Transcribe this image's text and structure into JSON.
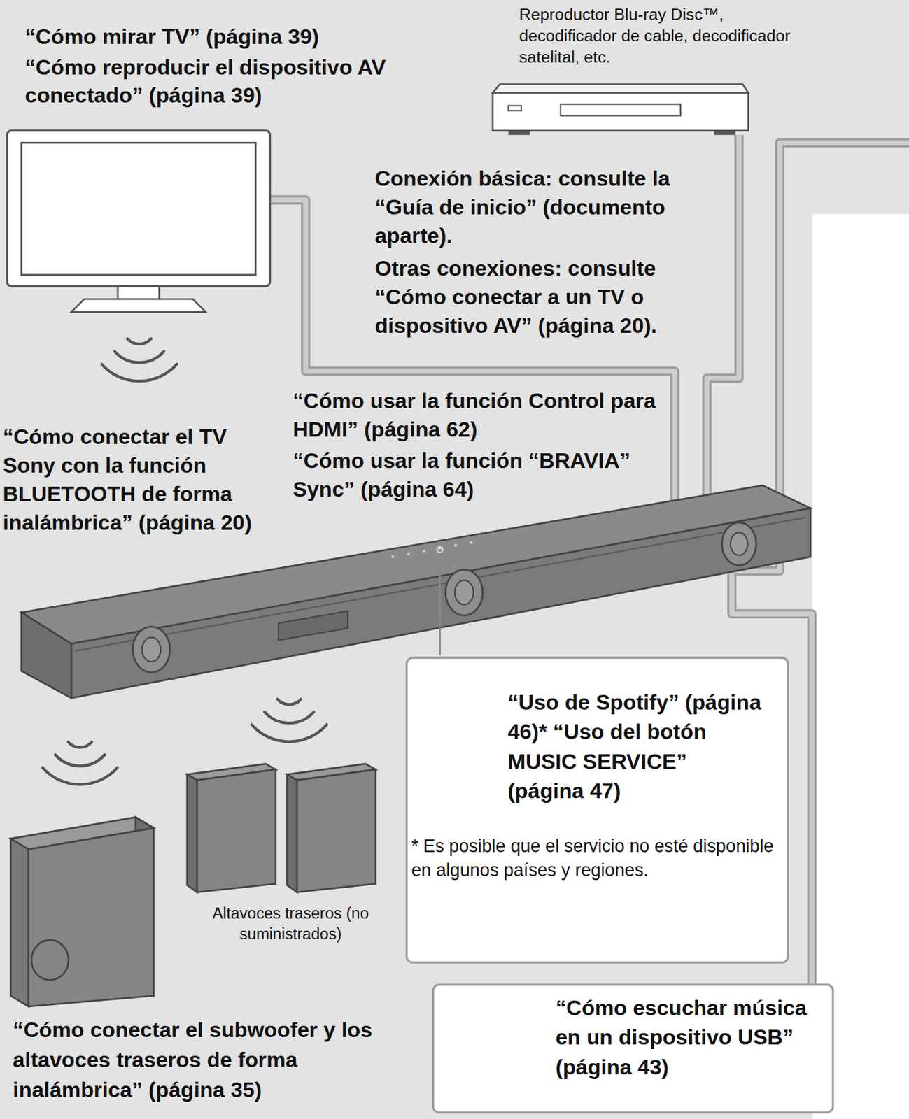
{
  "diagram": {
    "nodes": [
      {
        "text": [
          "“Uso de Spotify” (página 46)* “Uso del botón MUSIC SERVICE” (página 47)",
          "* Es posible que el servicio no esté disponible en algunos países y regiones."
        ]
      },
      {
        "text": [
          "“Cómo escuchar música en un dispositivo USB” (página 43)"
        ]
      }
    ],
    "labels": [
      "“Cómo mirar TV” (página 39)",
      "“Cómo reproducir el dispositivo AV conectado” (página 39)",
      "Reproductor Blu-ray Disc™, decodificador de cable, decodificador satelital, etc.",
      "Conexión básica: consulte la “Guía de inicio” (documento aparte).",
      "Otras conexiones: consulte “Cómo conectar a un TV o dispositivo AV” (página 20).",
      "“Cómo usar la función Control para HDMI” (página 62)",
      "“Cómo usar la función “BRAVIA” Sync” (página 64)",
      "“Cómo conectar el TV Sony con la función BLUETOOTH de forma inalámbrica” (página 20)",
      "Altavoces traseros (no suministrados)",
      "“Cómo conectar el subwoofer y los altavoces traseros de forma inalámbrica” (página 35)"
    ]
  }
}
